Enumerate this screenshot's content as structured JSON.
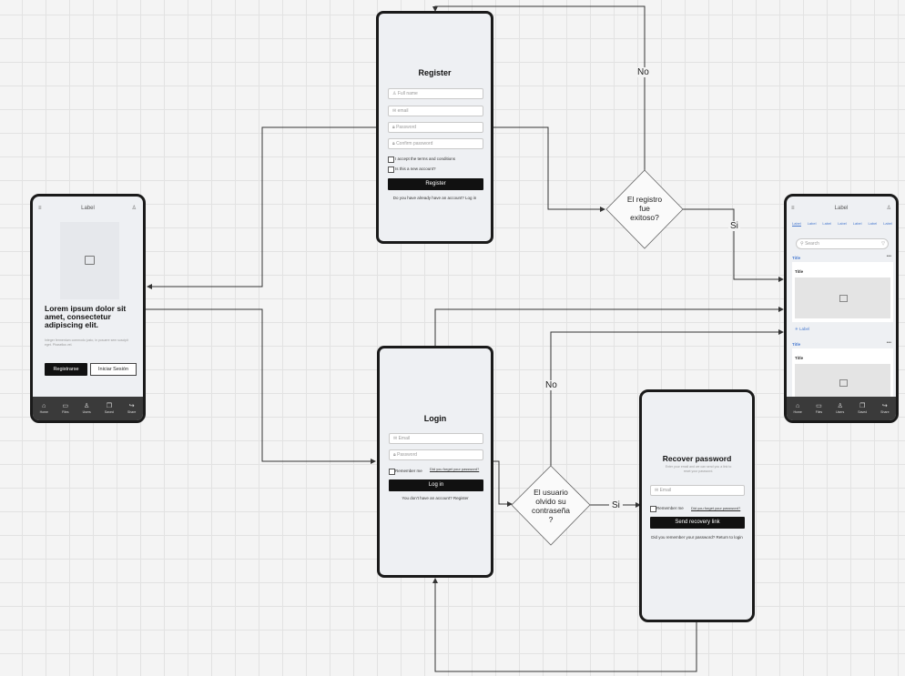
{
  "flow": {
    "decision1": [
      "El registro",
      "fue",
      "exitoso?"
    ],
    "decision2": [
      "El usuario",
      "olvido su",
      "contraseña",
      "?"
    ],
    "no_label": "No",
    "si_label": "Si"
  },
  "screen_home": {
    "header_title": "Label",
    "menu_icon": "hamburger-icon",
    "headline": "Lorem ipsum dolor sit amet, consectetur adipiscing elit.",
    "body": "Integer fermentum commodo justo, in posuere sem suscipit eget. Phasellus vel.",
    "btn_primary": "Registrarse",
    "btn_secondary": "Iniciar Sesión",
    "nav": [
      "Home",
      "Files",
      "Users",
      "Saved",
      "Share"
    ]
  },
  "screen_register": {
    "title": "Register",
    "placeholders": [
      "Full name",
      "email",
      "Password",
      "Confirm password"
    ],
    "check1": "I accept the terms and conditions",
    "check2": "Is this a new account?",
    "button": "Register",
    "footer": "Do you have already have an account? Log in"
  },
  "screen_login": {
    "title": "Login",
    "placeholders": [
      "Email",
      "Password"
    ],
    "remember": "Remember me",
    "forgot": "Did you forget your password?",
    "button": "Log in",
    "footer": "You don't have an account? Register"
  },
  "screen_recover": {
    "title": "Recover password",
    "subtitle": "Enter your email and we can send you a link to reset your password.",
    "placeholder": "Email",
    "remember": "Remember me",
    "forgot": "Did you forget your password?",
    "button": "Send recovery link",
    "footer": "Did you remember your password? Return to login"
  },
  "screen_dashboard": {
    "header_title": "Label",
    "tabs": [
      "Label",
      "Label",
      "Label",
      "Label",
      "Label",
      "Label",
      "Label"
    ],
    "search_placeholder": "Search",
    "section1_label": "Title",
    "card1_title": "Title",
    "link_label": "Label",
    "section2_label": "Title",
    "card2_title": "Title",
    "nav": [
      "Home",
      "Files",
      "Users",
      "Saved",
      "Share"
    ]
  }
}
